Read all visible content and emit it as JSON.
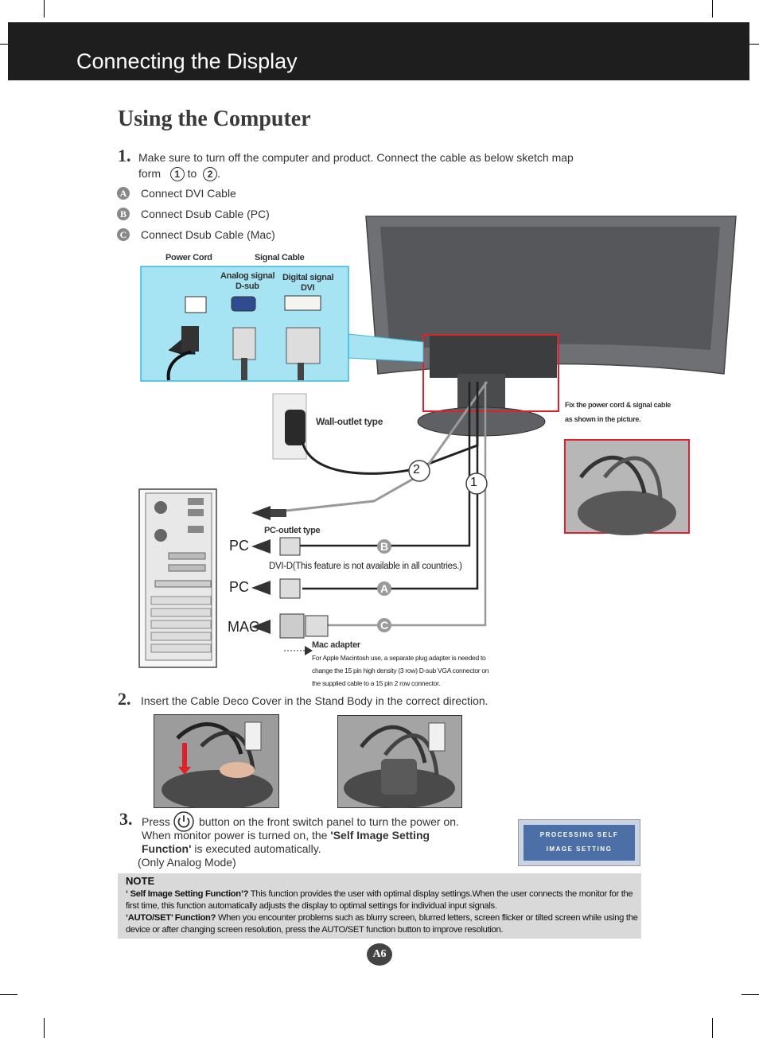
{
  "header": {
    "title": "Connecting the Display"
  },
  "section": {
    "title": "Using the Computer"
  },
  "step1": {
    "number": "1.",
    "text": "Make sure to turn off the computer and  product. Connect the cable as below sketch map",
    "text2_prefix": "form",
    "circle1": "1",
    "to": "to",
    "circle2": "2",
    "text2_suffix": ".",
    "options": [
      {
        "badge": "A",
        "label": "Connect DVI Cable"
      },
      {
        "badge": "B",
        "label": "Connect Dsub Cable (PC)"
      },
      {
        "badge": "C",
        "label": "Connect Dsub Cable (Mac)"
      }
    ]
  },
  "diagram": {
    "power_cord": "Power Cord",
    "signal_cable": "Signal Cable",
    "analog_signal": "Analog signal",
    "dsub": "D-sub",
    "digital_signal": "Digital signal",
    "dvi": "DVI",
    "wall_outlet": "Wall-outlet type",
    "pc_outlet": "PC-outlet type",
    "fix_note_line1": "Fix the power cord & signal cable",
    "fix_note_line2": "as shown in the picture.",
    "callout_2": "2",
    "callout_1": "1",
    "pc_label_1": "PC",
    "pc_label_2": "PC",
    "mac_label": "MAC",
    "cable_b": "B",
    "cable_a": "A",
    "cable_c": "C",
    "dvi_note": "DVI-D(This feature is not available in all countries.)",
    "mac_adapter_title": "Mac adapter",
    "mac_adapter_text_1": "For Apple Macintosh use, a  separate plug adapter is needed to",
    "mac_adapter_text_2": "change the 15 pin high density (3 row) D-sub VGA connector on",
    "mac_adapter_text_3": "the supplied cable to a 15 pin  2 row connector."
  },
  "step2": {
    "number": "2.",
    "text": "Insert the Cable Deco Cover in the Stand Body in the correct direction."
  },
  "step3": {
    "number": "3.",
    "press": "Press",
    "line1_rest": "button on the front switch panel to turn the power on.",
    "line2_prefix": "When monitor power is turned on, the",
    "line2_bold": "'Self Image Setting",
    "line3_bold": "Function'",
    "line3_rest": "is executed automatically.",
    "line4": "(Only Analog Mode)",
    "osd_line1": "PROCESSING SELF",
    "osd_line2": "IMAGE SETTING"
  },
  "note": {
    "title": "NOTE",
    "item1_bold": "‘ Self Image Setting Function’?",
    "item1_text": "This function provides the user with optimal display settings.When the user connects the monitor for the first time, this function automatically adjusts the display to optimal settings for individual input signals.",
    "item2_bold": "‘AUTO/SET’ Function?",
    "item2_text": "When you encounter problems such as blurry screen, blurred letters, screen flicker or tilted screen while using the device or after changing screen resolution, press the AUTO/SET function button to improve resolution."
  },
  "page_number": "A6"
}
